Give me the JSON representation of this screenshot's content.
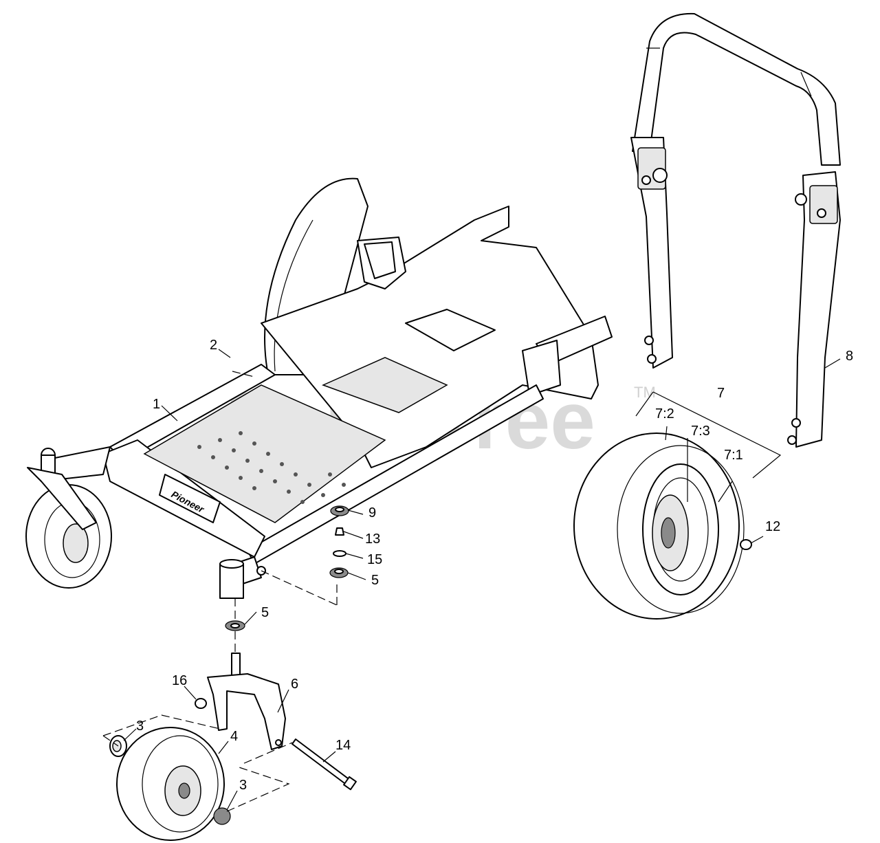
{
  "watermark": {
    "text": "PartsTree",
    "trademark": "TM",
    "color": "#bdbdbd"
  },
  "brand_logo": {
    "text": "Pioneer"
  },
  "callouts": {
    "c1": "1",
    "c2": "2",
    "c3a": "3",
    "c3b": "3",
    "c4": "4",
    "c5a": "5",
    "c5b": "5",
    "c6": "6",
    "c7": "7",
    "c7_1": "7:1",
    "c7_2": "7:2",
    "c7_3": "7:3",
    "c8": "8",
    "c9": "9",
    "c12": "12",
    "c13": "13",
    "c14": "14",
    "c15": "15",
    "c16": "16"
  },
  "colors": {
    "line": "#000000",
    "background": "#ffffff"
  }
}
